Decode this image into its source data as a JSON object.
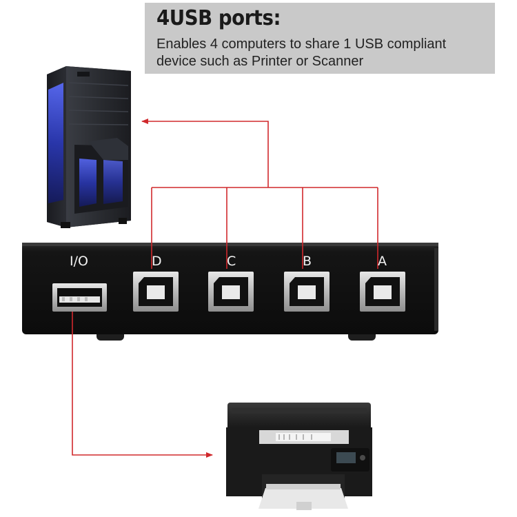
{
  "banner": {
    "title": "4USB ports:",
    "subtitle_line1": "Enables 4 computers to share 1 USB compliant",
    "subtitle_line2": "device such as Printer or Scanner"
  },
  "switch": {
    "io_label": "I/O",
    "ports": [
      {
        "id": "D",
        "label": "D"
      },
      {
        "id": "C",
        "label": "C"
      },
      {
        "id": "B",
        "label": "B"
      },
      {
        "id": "A",
        "label": "A"
      }
    ]
  },
  "colors": {
    "arrow": "#d0282c",
    "banner": "#c9c9c9",
    "switch_body": "#151515"
  }
}
